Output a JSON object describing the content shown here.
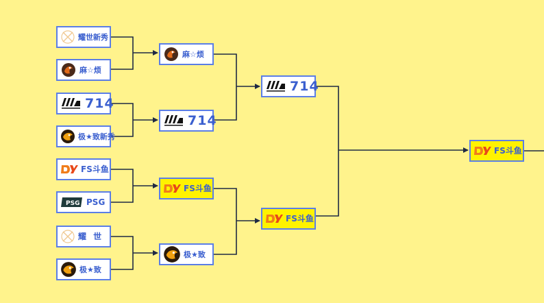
{
  "bracket": {
    "round1": [
      {
        "name": "耀世新秀",
        "logo": "yaoshi-logo-icon"
      },
      {
        "name": "麻☆烦",
        "logo": "mafan-dragon-logo-icon"
      },
      {
        "name": "714",
        "logo": "714-logo-icon"
      },
      {
        "name": "极★致新秀",
        "logo": "jizhi-logo-icon"
      },
      {
        "name": "FS斗鱼",
        "logo": "douyu-logo-icon"
      },
      {
        "name": "PSG",
        "logo": "psg-logo-icon"
      },
      {
        "name": "耀 世",
        "logo": "yaoshi-logo-icon"
      },
      {
        "name": "极★致",
        "logo": "jizhi-logo-icon"
      }
    ],
    "round2": [
      {
        "name": "麻☆烦",
        "logo": "mafan-dragon-logo-icon"
      },
      {
        "name": "714",
        "logo": "714-logo-icon"
      },
      {
        "name": "FS斗鱼",
        "logo": "douyu-logo-icon",
        "highlight": true
      },
      {
        "name": "极★致",
        "logo": "jizhi-logo-icon"
      }
    ],
    "round3": [
      {
        "name": "714",
        "logo": "714-logo-icon"
      },
      {
        "name": "FS斗鱼",
        "logo": "douyu-logo-icon",
        "highlight": true
      }
    ],
    "final": [
      {
        "name": "FS斗鱼",
        "logo": "douyu-logo-icon",
        "highlight": true
      }
    ]
  },
  "colors": {
    "background": "#fff38c",
    "border": "#5b7ee6",
    "text": "#3a5fcf",
    "highlight": "#fff200",
    "connector": "#1f2a44"
  }
}
